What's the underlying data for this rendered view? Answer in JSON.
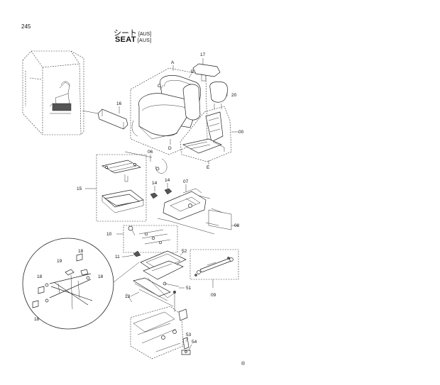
{
  "page_number": "245",
  "title": {
    "jp": "シート",
    "jp_tag": "[AUS]",
    "en": "SEAT",
    "en_tag": "[AUS]"
  },
  "callouts": {
    "A": "A",
    "B": "B",
    "C": "C",
    "D": "D",
    "E": "E",
    "p17": "17",
    "p20": "20",
    "p16": "16",
    "p00": "00",
    "p06": "06",
    "p14a": "14",
    "p14b": "14",
    "p07": "07",
    "p15": "15",
    "p08": "08",
    "p10": "10",
    "p11": "11",
    "p52": "52",
    "p19": "19",
    "p18a": "18",
    "p18b": "18",
    "p18c": "18",
    "p18d": "18",
    "p51": "51",
    "p13": "13",
    "p09": "09",
    "p53": "53",
    "p54": "54"
  },
  "footer_mark": "®"
}
